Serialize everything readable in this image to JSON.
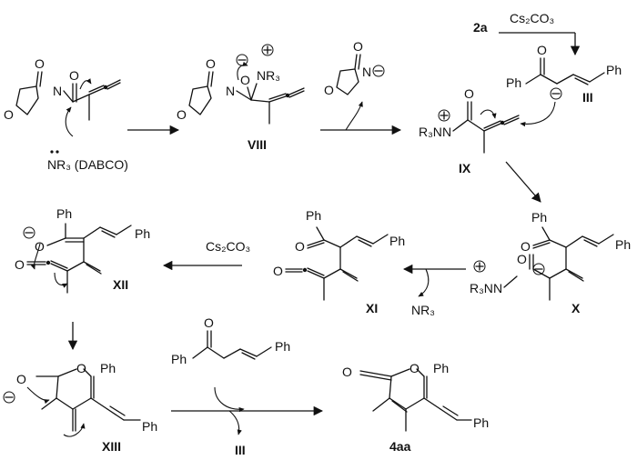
{
  "labels": {
    "cmpd_VIII": "VIII",
    "cmpd_IX": "IX",
    "cmpd_X": "X",
    "cmpd_XI": "XI",
    "cmpd_XII": "XII",
    "cmpd_XIII": "XIII",
    "cmpd_III": "III",
    "cmpd_III_b": "III",
    "cmpd_2a": "2a",
    "cmpd_4aa": "4aa"
  },
  "text": {
    "catalyst": "NR₃ (DABCO)",
    "nr3_VIII": "NR₃",
    "nr3_IX": "R₃N",
    "nr3_X": "R₃N",
    "nr3_released": "NR₃",
    "base_top": "Cs₂CO₃",
    "base_mid": "Cs₂CO₃",
    "oxaz_N": "N",
    "ph": "Ph"
  }
}
